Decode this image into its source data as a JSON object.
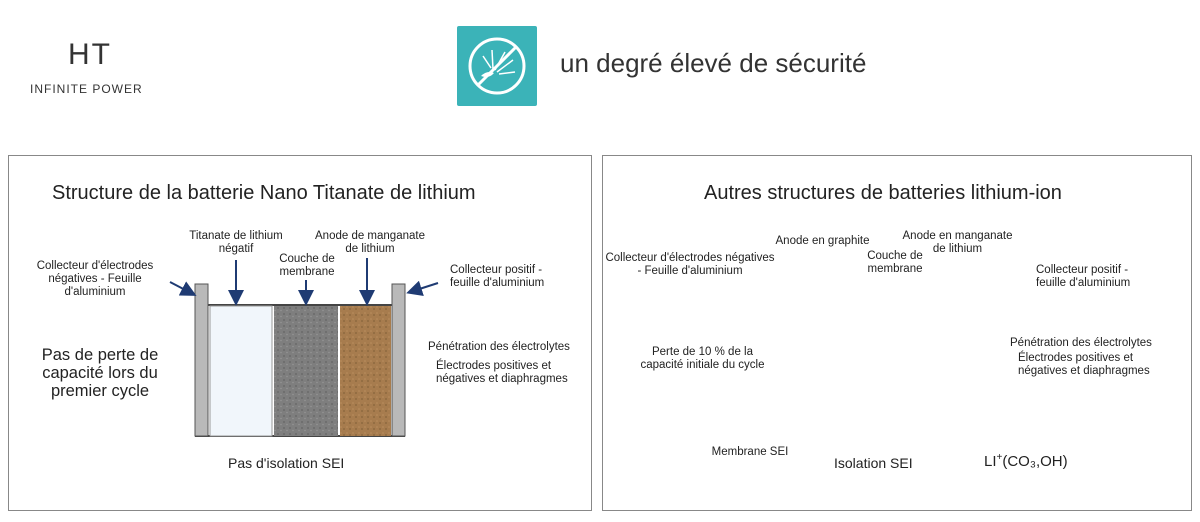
{
  "header": {
    "logo_mark": "HT",
    "logo_sub": "INFINITE POWER",
    "badge_icon": "no-explosion-icon",
    "headline": "un degré élevé de sécurité"
  },
  "colors": {
    "accent": "#3bb3b8",
    "arrow": "#1f3b73",
    "collector_orange": "#e26a2c",
    "collector_gray": "#b9b9b9",
    "anode_brown": "#a77c4e",
    "membrane_gray": "#7e7e7e"
  },
  "left": {
    "title": "Structure de la batterie Nano Titanate de lithium",
    "neg_collector": "Collecteur d'électrodes négatives - Feuille d'aluminium",
    "titanate": "Titanate de lithium négatif",
    "membrane": "Couche de membrane",
    "anode": "Anode de manganate de lithium",
    "pos_collector": "Collecteur positif - feuille d'aluminium",
    "no_loss": "Pas de perte de capacité lors du premier cycle",
    "penetration": "Pénétration des électrolytes",
    "electrodes": "Électrodes positives et négatives et diaphragmes",
    "bottom": "Pas d'isolation SEI"
  },
  "right": {
    "title": "Autres structures de batteries lithium-ion",
    "neg_collector": "Collecteur d'électrodes négatives - Feuille d'aluminium",
    "graphite": "Anode en graphite",
    "membrane": "Couche de membrane",
    "anode": "Anode en manganate de lithium",
    "pos_collector": "Collecteur positif - feuille d'aluminium",
    "loss": "Perte de 10 % de la capacité initiale du cycle",
    "penetration": "Pénétration des électrolytes",
    "electrodes": "Électrodes positives et négatives et diaphragmes",
    "sei_membrane": "Membrane SEI",
    "bottom": "Isolation SEI",
    "li_ion": "LI",
    "li_sup": "+",
    "li_rest": "(CO₃,OH)"
  }
}
